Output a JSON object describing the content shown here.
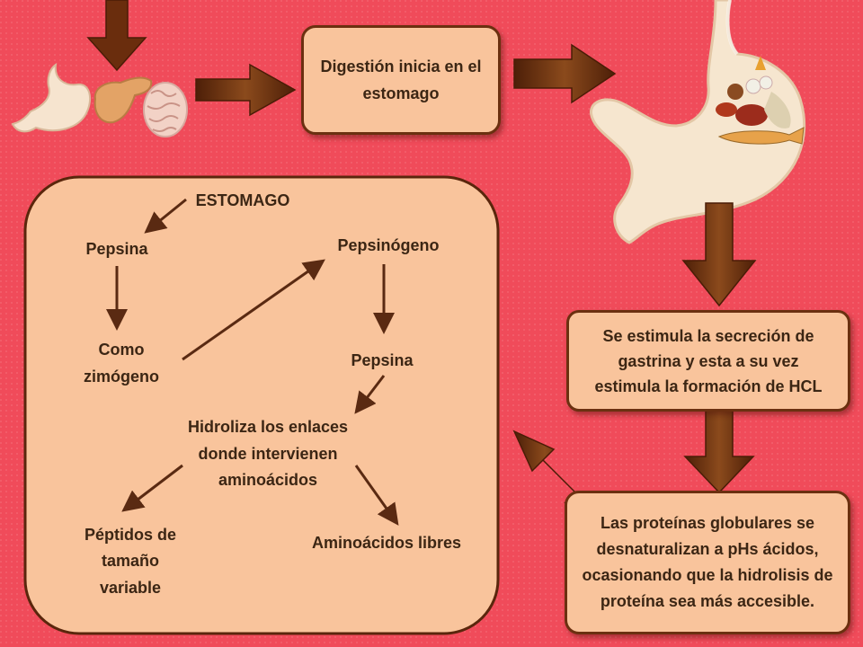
{
  "top_box": {
    "text": "Digestión inicia en el estomago"
  },
  "gastrina_box": {
    "text": "Se estimula la secreción de gastrina y esta a su vez estimula la formación de HCL"
  },
  "proteins_box": {
    "text": "Las proteínas globulares se desnaturalizan a pHs ácidos, ocasionando que la hidrolisis de proteína sea más accesible."
  },
  "panel": {
    "estomago": "ESTOMAGO",
    "pepsina_left": "Pepsina",
    "pepsinogeno": "Pepsinógeno",
    "como": "Como",
    "zimogeno": "zimógeno",
    "pepsina_right": "Pepsina",
    "hidroliza_1": "Hidroliza los enlaces",
    "hidroliza_2": "donde intervienen",
    "hidroliza_3": "aminoácidos",
    "peptidos_1": "Péptidos de",
    "peptidos_2": "tamaño",
    "peptidos_3": "variable",
    "aminoacidos_libres": "Aminoácidos libres"
  },
  "colors": {
    "background": "#f04b5a",
    "box_fill": "#f9c49c",
    "box_border": "#6b3010",
    "arrow": "#6a2d0d",
    "text": "#3c2614"
  }
}
